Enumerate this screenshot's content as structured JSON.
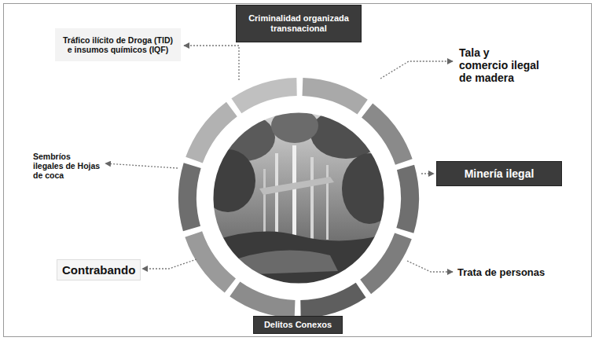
{
  "diagram": {
    "nodes": [
      {
        "text": [
          "Criminalidad organizada transnacional"
        ]
      },
      {
        "text": [
          "Tráfico ilícito de Droga (TID) e insumos químicos (IQF)"
        ]
      },
      {
        "text": [
          "Tala y comercio ilegal de madera"
        ]
      },
      {
        "text": [
          "Sembríos ilegales de Hojas de coca"
        ]
      },
      {
        "text": [
          "Minería ilegal"
        ]
      },
      {
        "text": [
          "Contrabando"
        ]
      },
      {
        "text": [
          "Trata de personas"
        ]
      },
      {
        "text": [
          "Delitos Conexos"
        ]
      }
    ]
  }
}
